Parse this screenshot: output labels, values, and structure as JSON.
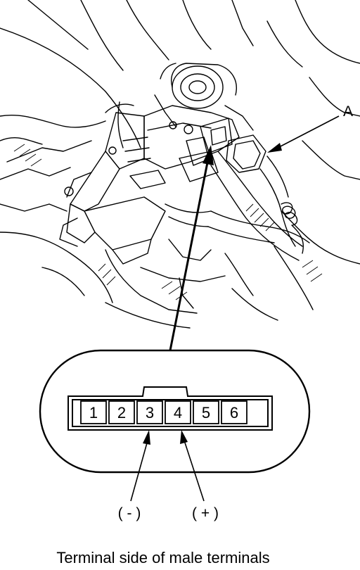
{
  "callout_label": "A",
  "connector": {
    "pins": [
      "1",
      "2",
      "3",
      "4",
      "5",
      "6"
    ]
  },
  "polarity": {
    "negative": "( - )",
    "positive": "( + )"
  },
  "caption": "Terminal side of male terminals"
}
